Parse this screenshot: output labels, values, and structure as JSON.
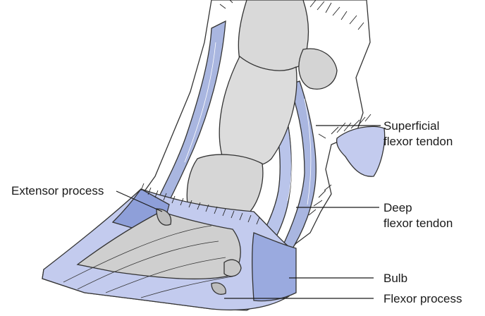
{
  "labels": {
    "superficial_line1": "Superficial",
    "superficial_line2": "flexor tendon",
    "extensor_process": "Extensor process",
    "deep_line1": "Deep",
    "deep_line2": "flexor tendon",
    "bulb": "Bulb",
    "flexor_process": "Flexor process"
  },
  "colors": {
    "bone": "#d9d9d9",
    "bone_shadow": "#b8b8b8",
    "tendon": "#a9b6e0",
    "hoof_wall": "#c3cbee",
    "hoof_dark": "#8e9fd9",
    "skin": "#ffffff",
    "line": "#1a1a1a"
  }
}
